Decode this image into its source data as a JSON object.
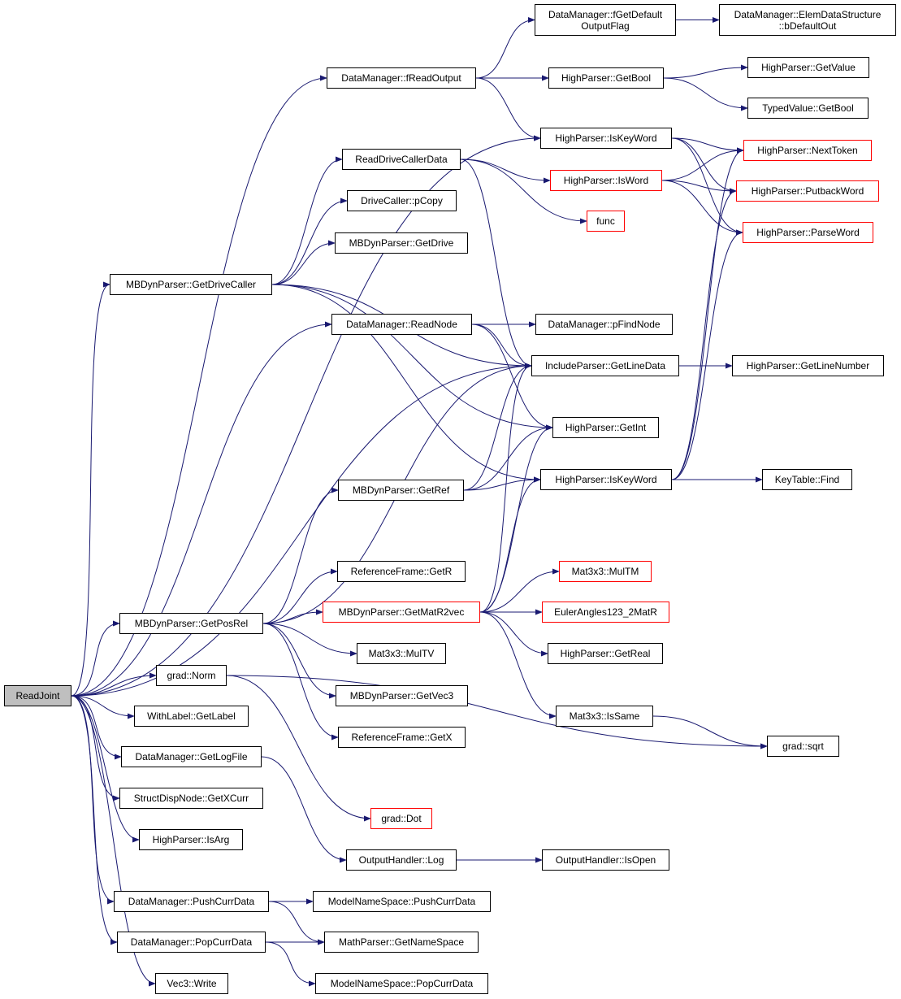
{
  "graph": {
    "colors": {
      "edge": "#191970",
      "node_border": "#000000",
      "truncated_border": "#ff0000",
      "root_fill": "#bfbfbf"
    },
    "nodes": {
      "readjoint": {
        "label": "ReadJoint",
        "root": true
      },
      "dm_freadoutput": {
        "label": "DataManager::fReadOutput"
      },
      "dm_fgetdefault": {
        "label": "DataManager::fGetDefault\nOutputFlag"
      },
      "dm_elemdata": {
        "label": "DataManager::ElemDataStructure\n::bDefaultOut"
      },
      "hp_getbool": {
        "label": "HighParser::GetBool"
      },
      "hp_getvalue": {
        "label": "HighParser::GetValue"
      },
      "tv_getbool": {
        "label": "TypedValue::GetBool"
      },
      "hp_iskeyword1": {
        "label": "HighParser::IsKeyWord"
      },
      "hp_nexttoken": {
        "label": "HighParser::NextToken",
        "truncated": true
      },
      "readdrivecallerdata": {
        "label": "ReadDriveCallerData"
      },
      "hp_isword": {
        "label": "HighParser::IsWord",
        "truncated": true
      },
      "hp_putbackword": {
        "label": "HighParser::PutbackWord",
        "truncated": true
      },
      "dc_pcopy": {
        "label": "DriveCaller::pCopy"
      },
      "func": {
        "label": "func",
        "truncated": true
      },
      "hp_parseword": {
        "label": "HighParser::ParseWord",
        "truncated": true
      },
      "mbd_getdrive": {
        "label": "MBDynParser::GetDrive"
      },
      "mbd_getdrivecaller": {
        "label": "MBDynParser::GetDriveCaller"
      },
      "dm_readnode": {
        "label": "DataManager::ReadNode"
      },
      "dm_pfindnode": {
        "label": "DataManager::pFindNode"
      },
      "ip_getlinedata": {
        "label": "IncludeParser::GetLineData"
      },
      "hp_getlinenumber": {
        "label": "HighParser::GetLineNumber"
      },
      "hp_getint": {
        "label": "HighParser::GetInt"
      },
      "mbd_getref": {
        "label": "MBDynParser::GetRef"
      },
      "hp_iskeyword2": {
        "label": "HighParser::IsKeyWord"
      },
      "kt_find": {
        "label": "KeyTable::Find"
      },
      "rf_getr": {
        "label": "ReferenceFrame::GetR"
      },
      "mat_multm": {
        "label": "Mat3x3::MulTM",
        "truncated": true
      },
      "mbd_getposrel": {
        "label": "MBDynParser::GetPosRel"
      },
      "mbd_getmatr2vec": {
        "label": "MBDynParser::GetMatR2vec",
        "truncated": true
      },
      "euler": {
        "label": "EulerAngles123_2MatR",
        "truncated": true
      },
      "mat_multv": {
        "label": "Mat3x3::MulTV"
      },
      "hp_getreal": {
        "label": "HighParser::GetReal"
      },
      "grad_norm": {
        "label": "grad::Norm"
      },
      "mbd_getvec3": {
        "label": "MBDynParser::GetVec3"
      },
      "wl_getlabel": {
        "label": "WithLabel::GetLabel"
      },
      "mat_issame": {
        "label": "Mat3x3::IsSame"
      },
      "rf_getx": {
        "label": "ReferenceFrame::GetX"
      },
      "grad_sqrt": {
        "label": "grad::sqrt"
      },
      "dm_getlogfile": {
        "label": "DataManager::GetLogFile"
      },
      "sdn_getxcurr": {
        "label": "StructDispNode::GetXCurr"
      },
      "grad_dot": {
        "label": "grad::Dot",
        "truncated": true
      },
      "hp_isarg": {
        "label": "HighParser::IsArg"
      },
      "oh_log": {
        "label": "OutputHandler::Log"
      },
      "oh_isopen": {
        "label": "OutputHandler::IsOpen"
      },
      "dm_pushcurrdata": {
        "label": "DataManager::PushCurrData"
      },
      "mns_pushcurrdata": {
        "label": "ModelNameSpace::PushCurrData"
      },
      "dm_popcurrdata": {
        "label": "DataManager::PopCurrData"
      },
      "mp_getnamespace": {
        "label": "MathParser::GetNameSpace"
      },
      "vec3_write": {
        "label": "Vec3::Write"
      },
      "mns_popcurrdata": {
        "label": "ModelNameSpace::PopCurrData"
      }
    },
    "edges": [
      [
        "readjoint",
        "dm_freadoutput"
      ],
      [
        "readjoint",
        "hp_iskeyword1"
      ],
      [
        "readjoint",
        "mbd_getdrivecaller"
      ],
      [
        "readjoint",
        "dm_readnode"
      ],
      [
        "readjoint",
        "ip_getlinedata"
      ],
      [
        "readjoint",
        "mbd_getposrel"
      ],
      [
        "readjoint",
        "grad_norm"
      ],
      [
        "readjoint",
        "wl_getlabel"
      ],
      [
        "readjoint",
        "dm_getlogfile"
      ],
      [
        "readjoint",
        "sdn_getxcurr"
      ],
      [
        "readjoint",
        "hp_isarg"
      ],
      [
        "readjoint",
        "dm_pushcurrdata"
      ],
      [
        "readjoint",
        "dm_popcurrdata"
      ],
      [
        "readjoint",
        "vec3_write"
      ],
      [
        "dm_freadoutput",
        "dm_fgetdefault"
      ],
      [
        "dm_freadoutput",
        "hp_getbool"
      ],
      [
        "dm_freadoutput",
        "hp_iskeyword1"
      ],
      [
        "dm_fgetdefault",
        "dm_elemdata"
      ],
      [
        "hp_getbool",
        "hp_getvalue"
      ],
      [
        "hp_getbool",
        "tv_getbool"
      ],
      [
        "hp_iskeyword1",
        "hp_nexttoken"
      ],
      [
        "hp_iskeyword1",
        "hp_putbackword"
      ],
      [
        "hp_iskeyword1",
        "hp_parseword"
      ],
      [
        "readdrivecallerdata",
        "hp_isword"
      ],
      [
        "readdrivecallerdata",
        "func"
      ],
      [
        "readdrivecallerdata",
        "ip_getlinedata"
      ],
      [
        "hp_isword",
        "hp_nexttoken"
      ],
      [
        "hp_isword",
        "hp_putbackword"
      ],
      [
        "hp_isword",
        "hp_parseword"
      ],
      [
        "mbd_getdrivecaller",
        "readdrivecallerdata"
      ],
      [
        "mbd_getdrivecaller",
        "dc_pcopy"
      ],
      [
        "mbd_getdrivecaller",
        "mbd_getdrive"
      ],
      [
        "mbd_getdrivecaller",
        "ip_getlinedata"
      ],
      [
        "mbd_getdrivecaller",
        "hp_getint"
      ],
      [
        "mbd_getdrivecaller",
        "hp_iskeyword2"
      ],
      [
        "dm_readnode",
        "dm_pfindnode"
      ],
      [
        "dm_readnode",
        "ip_getlinedata"
      ],
      [
        "dm_readnode",
        "hp_getint"
      ],
      [
        "ip_getlinedata",
        "hp_getlinenumber"
      ],
      [
        "mbd_getref",
        "hp_getint"
      ],
      [
        "mbd_getref",
        "ip_getlinedata"
      ],
      [
        "mbd_getref",
        "hp_iskeyword2"
      ],
      [
        "hp_iskeyword2",
        "kt_find"
      ],
      [
        "hp_iskeyword2",
        "hp_nexttoken"
      ],
      [
        "hp_iskeyword2",
        "hp_putbackword"
      ],
      [
        "hp_iskeyword2",
        "hp_parseword"
      ],
      [
        "mbd_getposrel",
        "mbd_getref"
      ],
      [
        "mbd_getposrel",
        "rf_getr"
      ],
      [
        "mbd_getposrel",
        "mbd_getmatr2vec"
      ],
      [
        "mbd_getposrel",
        "mat_multv"
      ],
      [
        "mbd_getposrel",
        "mbd_getvec3"
      ],
      [
        "mbd_getposrel",
        "rf_getx"
      ],
      [
        "mbd_getposrel",
        "ip_getlinedata"
      ],
      [
        "mbd_getmatr2vec",
        "mat_multm"
      ],
      [
        "mbd_getmatr2vec",
        "euler"
      ],
      [
        "mbd_getmatr2vec",
        "hp_getreal"
      ],
      [
        "mbd_getmatr2vec",
        "mat_issame"
      ],
      [
        "mbd_getmatr2vec",
        "ip_getlinedata"
      ],
      [
        "mbd_getmatr2vec",
        "hp_getint"
      ],
      [
        "mbd_getmatr2vec",
        "hp_iskeyword2"
      ],
      [
        "mat_issame",
        "grad_sqrt"
      ],
      [
        "grad_norm",
        "grad_sqrt"
      ],
      [
        "grad_norm",
        "grad_dot"
      ],
      [
        "dm_getlogfile",
        "oh_log"
      ],
      [
        "oh_log",
        "oh_isopen"
      ],
      [
        "dm_pushcurrdata",
        "mns_pushcurrdata"
      ],
      [
        "dm_pushcurrdata",
        "mp_getnamespace"
      ],
      [
        "dm_popcurrdata",
        "mp_getnamespace"
      ],
      [
        "dm_popcurrdata",
        "mns_popcurrdata"
      ]
    ]
  }
}
